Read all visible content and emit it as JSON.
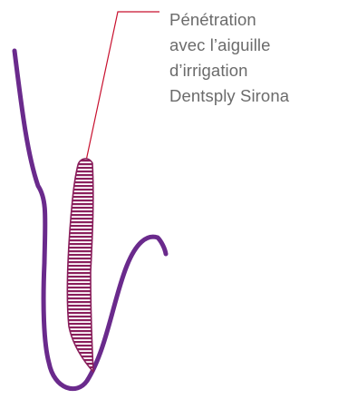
{
  "annotation": {
    "lines": [
      "Pénétration",
      "avec l’aiguille",
      "d’irrigation",
      "Dentsply Sirona"
    ]
  },
  "colors": {
    "canal_outline": "#6a2a8c",
    "needle": "#8a1f5c",
    "leader_line": "#c8102e",
    "text": "#6b6b6b",
    "background": "#ffffff"
  }
}
